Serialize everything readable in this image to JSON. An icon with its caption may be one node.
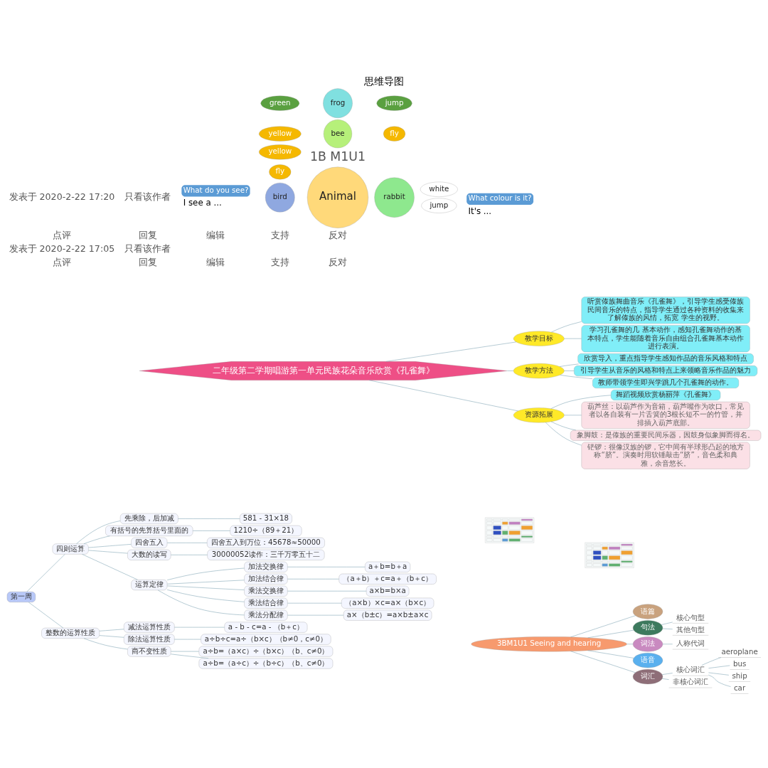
{
  "diagram": {
    "title": "思维导图",
    "nodes": [
      {
        "text": [
          "3BM1U1 Seeing and hearing"
        ]
      },
      {
        "text": [
          "语篇"
        ]
      },
      {
        "text": [
          "句法"
        ]
      },
      {
        "text": [
          "核心句型"
        ]
      },
      {
        "text": [
          "其他句型"
        ]
      },
      {
        "text": [
          "词法"
        ]
      },
      {
        "text": [
          "人称代词"
        ]
      },
      {
        "text": [
          "语音"
        ]
      },
      {
        "text": [
          "词汇"
        ]
      },
      {
        "text": [
          "核心词汇"
        ]
      },
      {
        "text": [
          "aeroplane"
        ]
      },
      {
        "text": [
          "bus"
        ]
      },
      {
        "text": [
          "ship"
        ]
      },
      {
        "text": [
          "car"
        ]
      },
      {
        "text": [
          "非核心词汇"
        ]
      },
      {
        "text": [
          "第一周"
        ]
      },
      {
        "text": [
          "四则运算"
        ]
      },
      {
        "text": [
          "先乘除，后加减"
        ]
      },
      {
        "text": [
          "581 - 31×18"
        ]
      },
      {
        "text": [
          "有括号的先算括号里面的"
        ]
      },
      {
        "text": [
          "1210÷（89＋21）"
        ]
      },
      {
        "text": [
          "四舍五入"
        ]
      },
      {
        "text": [
          "四舍五入到万位：45678≈50000"
        ]
      },
      {
        "text": [
          "大数的读写"
        ]
      },
      {
        "text": [
          "30000052读作：三千万零五十二"
        ]
      },
      {
        "text": [
          "运算定律"
        ]
      },
      {
        "text": [
          "加法交换律"
        ]
      },
      {
        "text": [
          "a＋b=b＋a"
        ]
      },
      {
        "text": [
          "加法结合律"
        ]
      },
      {
        "text": [
          "（a＋b）＋c=a＋（b＋c）"
        ]
      },
      {
        "text": [
          "乘法交换律"
        ]
      },
      {
        "text": [
          "a×b=b×a"
        ]
      },
      {
        "text": [
          "乘法结合律"
        ]
      },
      {
        "text": [
          "（a×b）×c=a×（b×c）"
        ]
      },
      {
        "text": [
          "乘法分配律"
        ]
      },
      {
        "text": [
          "a×（b±c）=a×b±a×c"
        ]
      },
      {
        "text": [
          "整数的运算性质"
        ]
      },
      {
        "text": [
          "减法运算性质"
        ]
      },
      {
        "text": [
          "a - b - c=a - （b＋c）"
        ]
      },
      {
        "text": [
          "除法运算性质"
        ]
      },
      {
        "text": [
          "a÷b÷c=a÷（b×c）（b≠0，c≠0）"
        ]
      },
      {
        "text": [
          "商不变性质"
        ]
      },
      {
        "text": [
          "a÷b=（a×c）÷（b×c）（b、c≠0）"
        ]
      },
      {
        "text": [
          "a÷b=（a÷c）÷（b÷c）（b、c≠0）"
        ]
      },
      {
        "text": [],
        "shape": "picture"
      },
      {
        "text": [],
        "shape": "picture"
      },
      {
        "text": [
          "二年级第二学期唱游第一单元民族花朵音乐欣赏《孔雀舞》"
        ]
      },
      {
        "text": [
          "教学目标"
        ]
      },
      {
        "text": [
          "听赏傣族舞曲音乐《孔雀舞》，引导学生感受傣族民间音乐的特点，指导学生通过各种资料的收集来了解傣族的风情，拓宽 学生的视野。"
        ]
      },
      {
        "text": [
          "学习孔雀舞的几 基本动作，感知孔雀舞动作的基本特点，学生能随着音乐自由组合孔雀舞基本动作进行表演。"
        ]
      },
      {
        "text": [
          "教学方法"
        ]
      },
      {
        "text": [
          "欣赏导入，重点指导学生感知作品的音乐风格和特点"
        ]
      },
      {
        "text": [
          "引导学生从音乐的风格和特点上来领略音乐作品的魅力"
        ]
      },
      {
        "text": [
          "教师带领学生即兴学跳几个孔雀舞的动作。"
        ]
      },
      {
        "text": [
          "资源拓展"
        ]
      },
      {
        "text": [
          "舞蹈视频欣赏杨丽萍《孔雀舞》"
        ]
      },
      {
        "text": [
          "葫芦丝：以葫芦作为音箱，葫芦嘴作为吹口，常见者以各自装有一片舌簧的3根长短不一的竹管，并排插入葫芦底部。"
        ]
      },
      {
        "text": [
          "象脚鼓：是傣族的重要民间乐器，因鼓身似象脚而得名。"
        ]
      },
      {
        "text": [
          "铓锣：很像汉族的锣，它中间有半球形凸起的地方称“脐”。演奏时用软锤敲击“脐”，音色柔和典雅，余音悠长。"
        ]
      },
      {
        "text": [
          "What do you see?"
        ],
        "beside": [
          "I see a ..."
        ]
      },
      {
        "text": [
          "What colour is it?"
        ],
        "beside": [
          "It's ..."
        ]
      },
      {
        "text": [
          "Animal"
        ]
      },
      {
        "text": [
          "bee"
        ]
      },
      {
        "text": [
          "yellow"
        ]
      },
      {
        "text": [
          "fly"
        ]
      },
      {
        "text": [
          "bird"
        ]
      },
      {
        "text": [
          "yellow"
        ]
      },
      {
        "text": [
          "fly"
        ]
      },
      {
        "text": [
          "rabbit"
        ]
      },
      {
        "text": [
          "white"
        ]
      },
      {
        "text": [
          "jump"
        ]
      },
      {
        "text": [
          "frog"
        ]
      },
      {
        "text": [
          "green"
        ]
      },
      {
        "text": [
          "jump"
        ]
      }
    ],
    "edges": [
      {
        "from": 0,
        "to": 1,
        "arrow": "none"
      },
      {
        "from": 0,
        "to": 2,
        "arrow": "none"
      },
      {
        "from": 2,
        "to": 3,
        "arrow": "none"
      },
      {
        "from": 2,
        "to": 4,
        "arrow": "none"
      },
      {
        "from": 0,
        "to": 5,
        "arrow": "none"
      },
      {
        "from": 5,
        "to": 6,
        "arrow": "none"
      },
      {
        "from": 0,
        "to": 7,
        "arrow": "none"
      },
      {
        "from": 0,
        "to": 8,
        "arrow": "none"
      },
      {
        "from": 8,
        "to": 9,
        "arrow": "none"
      },
      {
        "from": 9,
        "to": 10,
        "arrow": "none"
      },
      {
        "from": 9,
        "to": 11,
        "arrow": "none"
      },
      {
        "from": 9,
        "to": 12,
        "arrow": "none"
      },
      {
        "from": 9,
        "to": 13,
        "arrow": "none"
      },
      {
        "from": 8,
        "to": 14,
        "arrow": "none"
      },
      {
        "from": 15,
        "to": 16,
        "arrow": "none"
      },
      {
        "from": 16,
        "to": 17,
        "arrow": "none"
      },
      {
        "from": 17,
        "to": 18,
        "arrow": "none"
      },
      {
        "from": 16,
        "to": 19,
        "arrow": "none"
      },
      {
        "from": 19,
        "to": 20,
        "arrow": "none"
      },
      {
        "from": 16,
        "to": 21,
        "arrow": "none"
      },
      {
        "from": 21,
        "to": 22,
        "arrow": "none"
      },
      {
        "from": 16,
        "to": 23,
        "arrow": "none"
      },
      {
        "from": 23,
        "to": 24,
        "arrow": "none"
      },
      {
        "from": 16,
        "to": 25,
        "arrow": "none"
      },
      {
        "from": 25,
        "to": 26,
        "arrow": "none"
      },
      {
        "from": 26,
        "to": 27,
        "arrow": "none"
      },
      {
        "from": 25,
        "to": 28,
        "arrow": "none"
      },
      {
        "from": 28,
        "to": 29,
        "arrow": "none"
      },
      {
        "from": 25,
        "to": 30,
        "arrow": "none"
      },
      {
        "from": 30,
        "to": 31,
        "arrow": "none"
      },
      {
        "from": 25,
        "to": 32,
        "arrow": "none"
      },
      {
        "from": 32,
        "to": 33,
        "arrow": "none"
      },
      {
        "from": 25,
        "to": 34,
        "arrow": "none"
      },
      {
        "from": 34,
        "to": 35,
        "arrow": "none"
      },
      {
        "from": 15,
        "to": 36,
        "arrow": "none"
      },
      {
        "from": 36,
        "to": 37,
        "arrow": "none"
      },
      {
        "from": 37,
        "to": 38,
        "arrow": "none"
      },
      {
        "from": 36,
        "to": 39,
        "arrow": "none"
      },
      {
        "from": 39,
        "to": 40,
        "arrow": "none"
      },
      {
        "from": 36,
        "to": 41,
        "arrow": "none"
      },
      {
        "from": 41,
        "to": 42,
        "arrow": "none"
      },
      {
        "from": 41,
        "to": 43,
        "arrow": "none"
      },
      {
        "from": 46,
        "to": 47,
        "arrow": "none"
      },
      {
        "from": 47,
        "to": 48,
        "arrow": "none"
      },
      {
        "from": 47,
        "to": 49,
        "arrow": "none"
      },
      {
        "from": 46,
        "to": 50,
        "arrow": "none"
      },
      {
        "from": 50,
        "to": 51,
        "arrow": "none"
      },
      {
        "from": 50,
        "to": 52,
        "arrow": "none"
      },
      {
        "from": 50,
        "to": 53,
        "arrow": "none"
      },
      {
        "from": 46,
        "to": 54,
        "arrow": "none"
      },
      {
        "from": 54,
        "to": 55,
        "arrow": "none"
      },
      {
        "from": 54,
        "to": 56,
        "arrow": "none"
      },
      {
        "from": 54,
        "to": 57,
        "arrow": "none"
      },
      {
        "from": 54,
        "to": 58,
        "arrow": "none"
      }
    ],
    "labels": [
      "点评",
      "回复",
      "编辑",
      "支持",
      "反对",
      "发表于 2020-2-22 17:05",
      "只看该作者",
      "点评",
      "回复",
      "编辑",
      "支持",
      "反对",
      "发表于 2020-2-22 17:20",
      "只看该作者",
      "1B M1U1"
    ]
  }
}
